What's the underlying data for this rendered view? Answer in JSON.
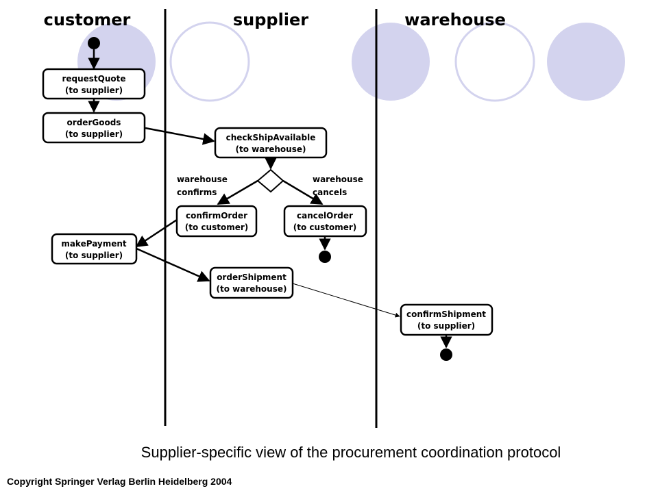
{
  "lanes": {
    "customer": "customer",
    "supplier": "supplier",
    "warehouse": "warehouse"
  },
  "nodes": {
    "requestQuote": {
      "line1": "requestQuote",
      "line2": "(to supplier)"
    },
    "orderGoods": {
      "line1": "orderGoods",
      "line2": "(to supplier)"
    },
    "checkShipAvailable": {
      "line1": "checkShipAvailable",
      "line2": "(to warehouse)"
    },
    "confirmOrder": {
      "line1": "confirmOrder",
      "line2": "(to customer)"
    },
    "cancelOrder": {
      "line1": "cancelOrder",
      "line2": "(to customer)"
    },
    "makePayment": {
      "line1": "makePayment",
      "line2": "(to supplier)"
    },
    "orderShipment": {
      "line1": "orderShipment",
      "line2": "(to warehouse)"
    },
    "confirmShipment": {
      "line1": "confirmShipment",
      "line2": "(to supplier)"
    }
  },
  "guards": {
    "confirms": {
      "line1": "warehouse",
      "line2": "confirms"
    },
    "cancels": {
      "line1": "warehouse",
      "line2": "cancels"
    }
  },
  "caption": "Supplier-specific view of the procurement coordination protocol",
  "copyright": "Copyright Springer Verlag Berlin Heidelberg 2004",
  "colors": {
    "decor_fill": "#d3d3ee",
    "decor_stroke": "#d3d3ee",
    "line": "#000000"
  }
}
